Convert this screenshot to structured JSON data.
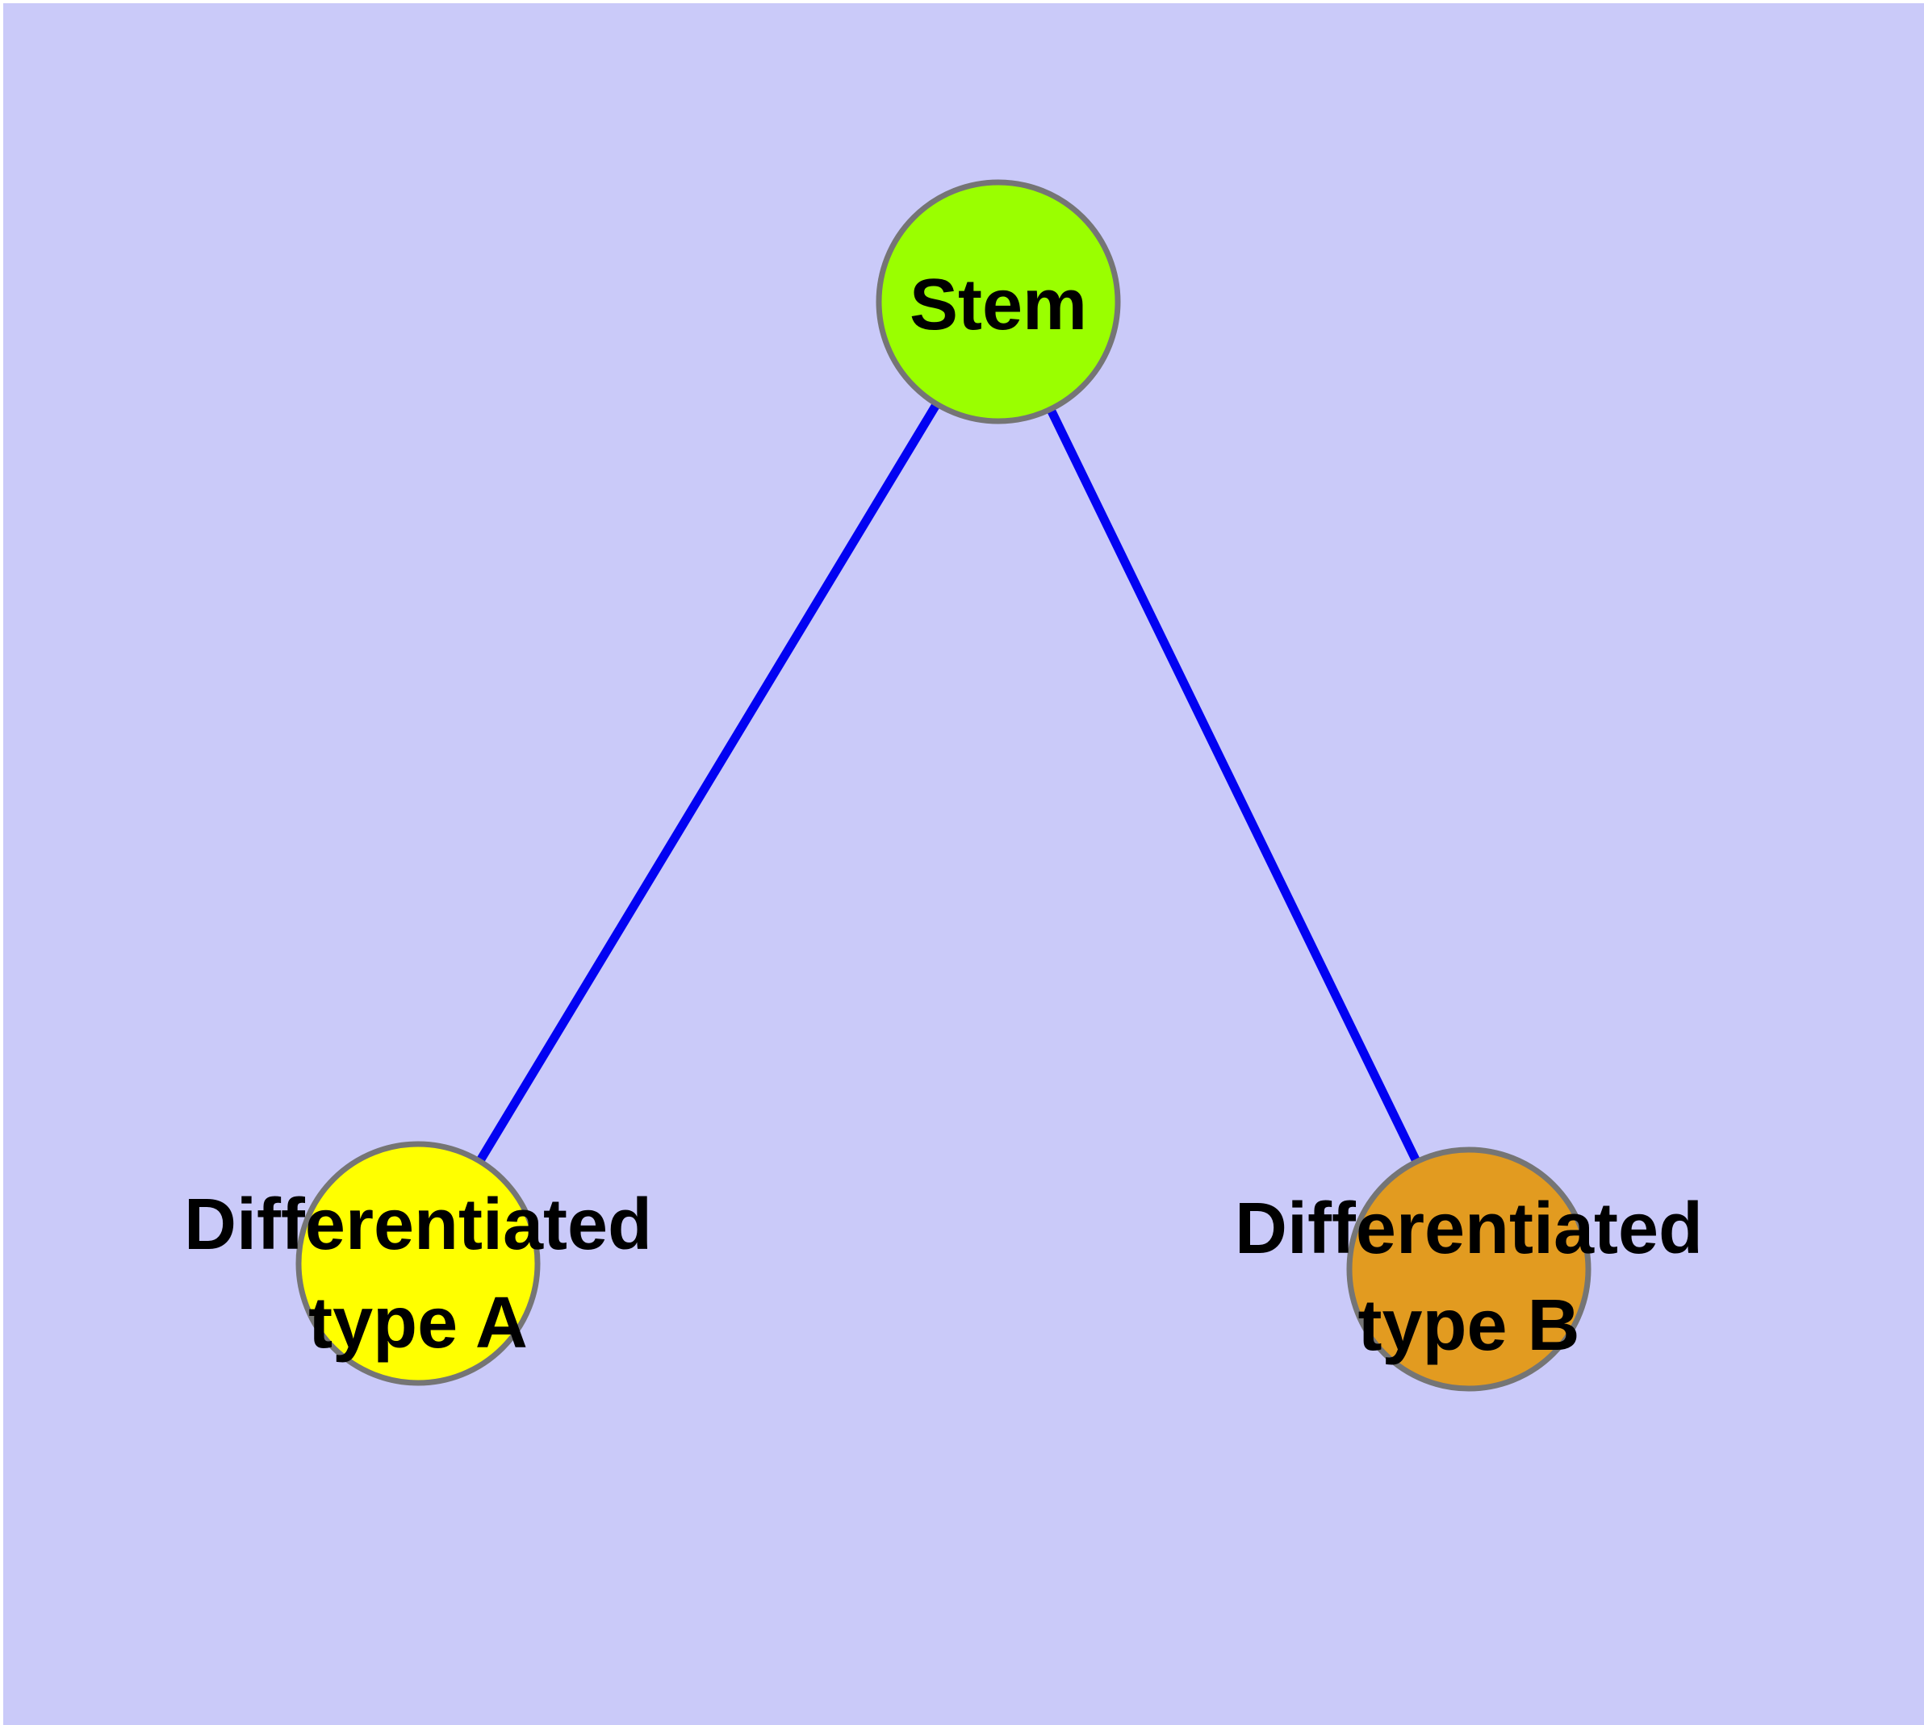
{
  "diagram": {
    "background_color": "#cacaf9",
    "margin_color": "#ffffff",
    "edge_color": "#0202f2",
    "node_border_color": "#757575",
    "label_color": "#000000",
    "nodes": {
      "stem": {
        "label": "Stem",
        "lines": [
          "Stem"
        ],
        "fill": "#9aff00"
      },
      "typeA": {
        "label": "Differentiated type A",
        "lines": [
          "Differentiated",
          "type A"
        ],
        "fill": "#ffff00"
      },
      "typeB": {
        "label": "Differentiated type B",
        "lines": [
          "Differentiated",
          "type B"
        ],
        "fill": "#e29b20"
      }
    },
    "edges": [
      {
        "from": "Stem",
        "to": "Differentiated type A"
      },
      {
        "from": "Stem",
        "to": "Differentiated type B"
      }
    ]
  }
}
